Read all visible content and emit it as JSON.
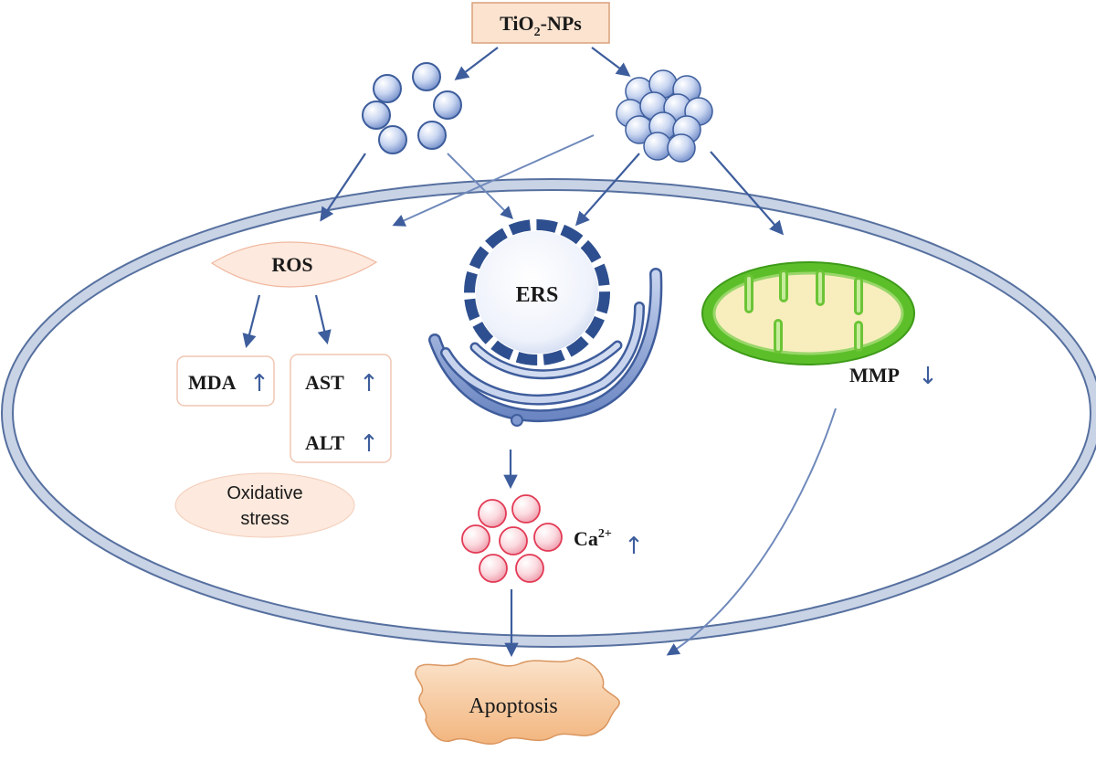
{
  "source": {
    "label_main": "TiO",
    "label_sub": "2",
    "label_tail": "-NPs"
  },
  "ros": {
    "label": "ROS"
  },
  "markers": {
    "mda": "MDA",
    "ast": "AST",
    "alt": "ALT",
    "direction_up": "↑",
    "direction_down": "↓"
  },
  "oxidative": {
    "line1": "Oxidative",
    "line2": "stress"
  },
  "ers": {
    "label": "ERS"
  },
  "calcium": {
    "label": "Ca",
    "superscript": "2+"
  },
  "mitochondria": {
    "label": "MMP"
  },
  "outcome": {
    "label": "Apoptosis"
  },
  "colors": {
    "arrow": "#3d5d9c",
    "nanoparticle": "#b7c8ec",
    "membrane": "#c9d3e6",
    "membrane_edge": "#56709f",
    "ers_ring": "#2e4f8f",
    "mito_outer": "#5cbf2a",
    "mito_inner": "#f8eebd",
    "calcium": "#e23a55",
    "apoptosis": "#f6c89c",
    "ros_fill": "#fde9dd"
  }
}
